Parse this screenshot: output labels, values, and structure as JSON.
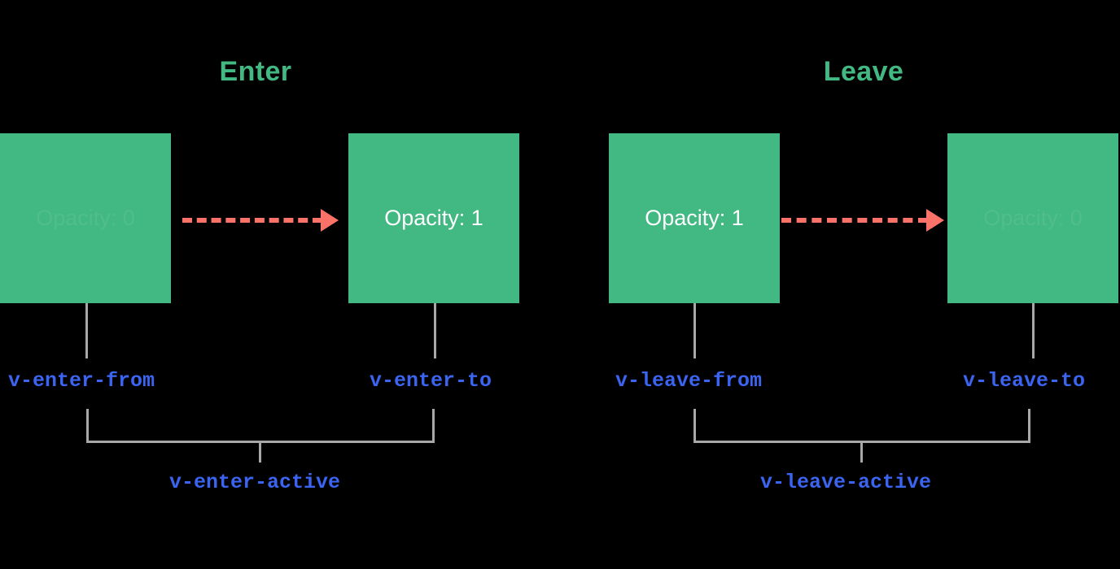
{
  "diagram": {
    "title_enter": "Enter",
    "title_leave": "Leave",
    "colors": {
      "background": "#000000",
      "box_green": "#42B883",
      "arrow_coral": "#FA7268",
      "label_blue": "#3B64F0",
      "connector_gray": "#A8A8A8",
      "box_text_white": "#FFFFFF"
    },
    "enter": {
      "from_box_text": "Opacity: 0",
      "to_box_text": "Opacity: 1",
      "from_class": "v-enter-from",
      "to_class": "v-enter-to",
      "active_class": "v-enter-active"
    },
    "leave": {
      "from_box_text": "Opacity: 1",
      "to_box_text": "Opacity: 0",
      "from_class": "v-leave-from",
      "to_class": "v-leave-to",
      "active_class": "v-leave-active"
    }
  }
}
